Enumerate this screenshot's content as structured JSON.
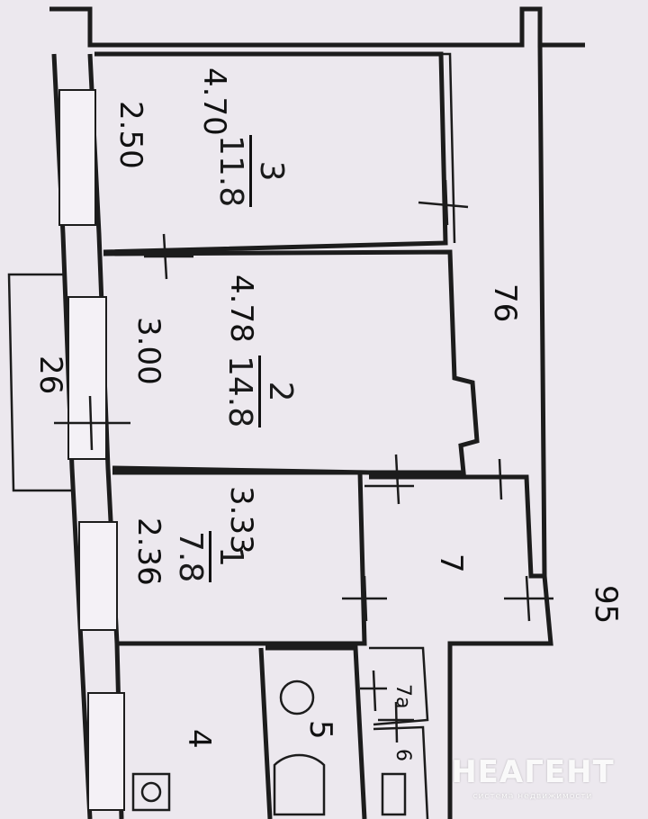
{
  "rooms": [
    {
      "id": "3",
      "area": "11.8",
      "width": "2.50",
      "length": "4.70"
    },
    {
      "id": "2",
      "area": "14.8",
      "width": "3.00",
      "length": "4.78"
    },
    {
      "id": "1",
      "area": "7.8",
      "width": "2.36",
      "length": "3.33"
    }
  ],
  "other_rooms": {
    "hall": "7",
    "kitchen": "4",
    "bathroom": "5",
    "closet_a": "7a",
    "closet_b": "6"
  },
  "dimensions": {
    "balcony": "26",
    "corridor": "76",
    "wall_mark": "95"
  },
  "watermark": {
    "brand": "НЕАГЕНТ",
    "tagline": "система недвижимости"
  }
}
